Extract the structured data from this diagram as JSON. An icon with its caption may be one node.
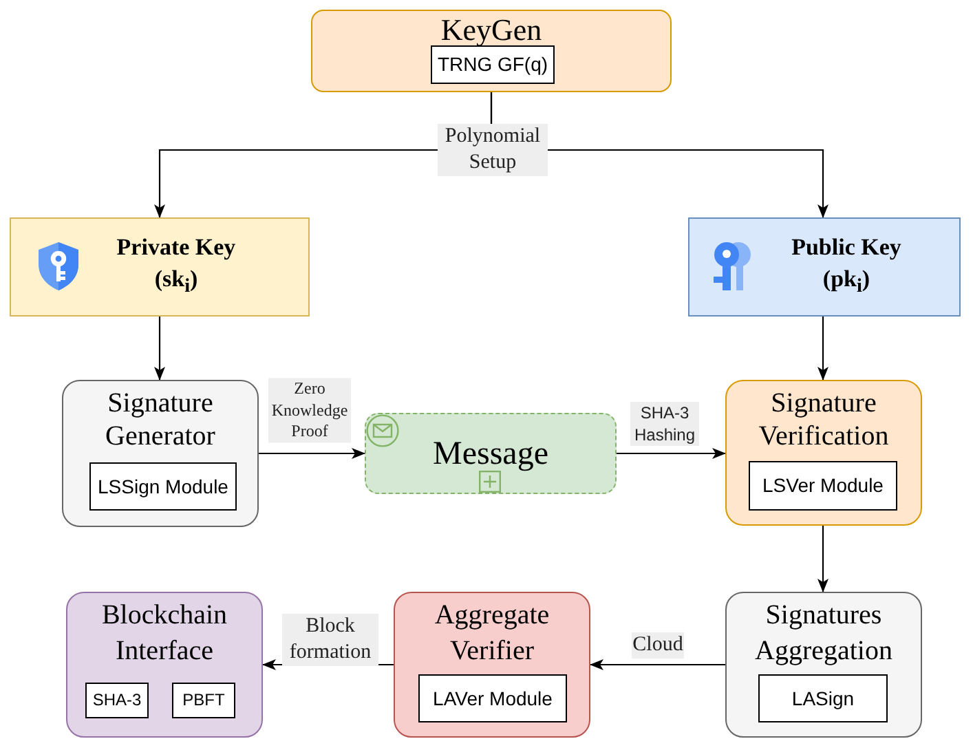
{
  "diagram": {
    "nodes": [
      {
        "text": [
          "KeyGen"
        ]
      },
      {
        "text": [
          "TRNG GF(q)"
        ],
        "in": 0
      },
      {
        "text": [
          "Private Key (sk$_{i}$)"
        ]
      },
      {
        "text": [
          "Public Key (pk$_{i}$)"
        ]
      },
      {
        "text": [
          "Signature Generator"
        ]
      },
      {
        "text": [
          "LSSign Module"
        ],
        "in": 4
      },
      {
        "text": [
          "Message"
        ]
      },
      {
        "text": [
          "Signature Verification"
        ]
      },
      {
        "text": [
          "LSVer Module"
        ],
        "in": 7
      },
      {
        "text": [
          "Blockchain Interface"
        ]
      },
      {
        "text": [
          "SHA-3"
        ],
        "in": 9
      },
      {
        "text": [
          "PBFT"
        ],
        "in": 9
      },
      {
        "text": [
          "Aggregate Verifier"
        ]
      },
      {
        "text": [
          "LAVer Module"
        ],
        "in": 12
      },
      {
        "text": [
          "Signatures Aggregation"
        ]
      },
      {
        "text": [
          "LASign"
        ],
        "in": 14
      }
    ],
    "edges": [
      {
        "from": 0,
        "to": 2,
        "arrow": "to",
        "label": "Polynomial Setup"
      },
      {
        "from": 0,
        "to": 3,
        "arrow": "to"
      },
      {
        "from": 2,
        "to": 4,
        "arrow": "to"
      },
      {
        "from": 3,
        "to": 7,
        "arrow": "to"
      },
      {
        "from": 4,
        "to": 6,
        "arrow": "to",
        "label": "Zero Knowledge Proof"
      },
      {
        "from": 6,
        "to": 7,
        "arrow": "to",
        "label": "SHA-3 Hashing"
      },
      {
        "from": 7,
        "to": 14,
        "arrow": "to"
      },
      {
        "from": 14,
        "to": 12,
        "arrow": "to",
        "label": "Cloud"
      },
      {
        "from": 12,
        "to": 9,
        "arrow": "to",
        "label": "Block formation"
      }
    ]
  }
}
